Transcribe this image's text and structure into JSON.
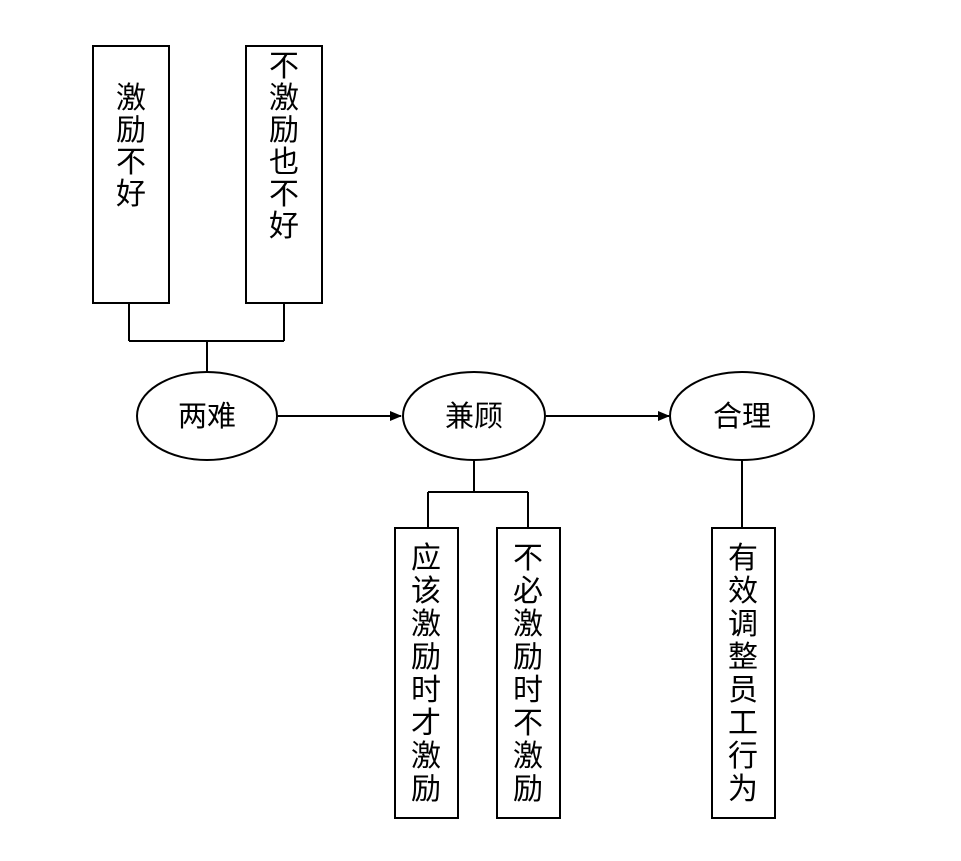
{
  "diagram": {
    "nodes": {
      "dilemma": "两难",
      "balance": "兼顾",
      "rational": "合理"
    },
    "boxes": {
      "box_a": "激励不好",
      "box_b": "不激励也不好",
      "box_c": "应该激励时才激励",
      "box_d": "不必激励时不激励",
      "box_e": "有效调整员工行为"
    },
    "colors": {
      "stroke": "#000000",
      "fill": "#ffffff"
    }
  }
}
